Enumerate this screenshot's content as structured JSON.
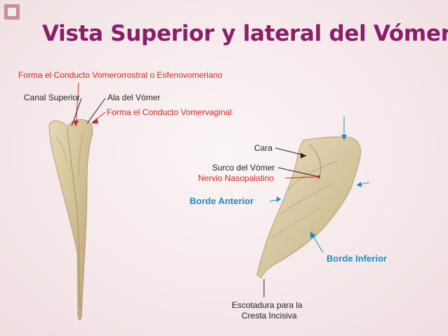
{
  "title": "Vista Superior y lateral del Vómer",
  "labels": {
    "conducto_vomerorrostral": "Forma el Conducto Vomerorrostral o Esfenovomeriano",
    "canal_superior": "Canal Superior",
    "ala_vomer": "Ala del Vómer",
    "conducto_vomervaginal": "Forma el Conducto Vomervaginal",
    "cara": "Cara",
    "surco_vomer": "Surco del Vómer",
    "nervio_nasopalatino": "Nervio Nasopalatino",
    "borde_anterior": "Borde Anterior",
    "borde_inferior": "Borde Inferior",
    "escotadura_line1": "Escotadura para la",
    "escotadura_line2": "Cresta Incisiva"
  },
  "colors": {
    "title": "#8a1e6a",
    "red_label": "#d6231e",
    "blue_label": "#1c8cc0",
    "bone": "#d9c9a4"
  }
}
